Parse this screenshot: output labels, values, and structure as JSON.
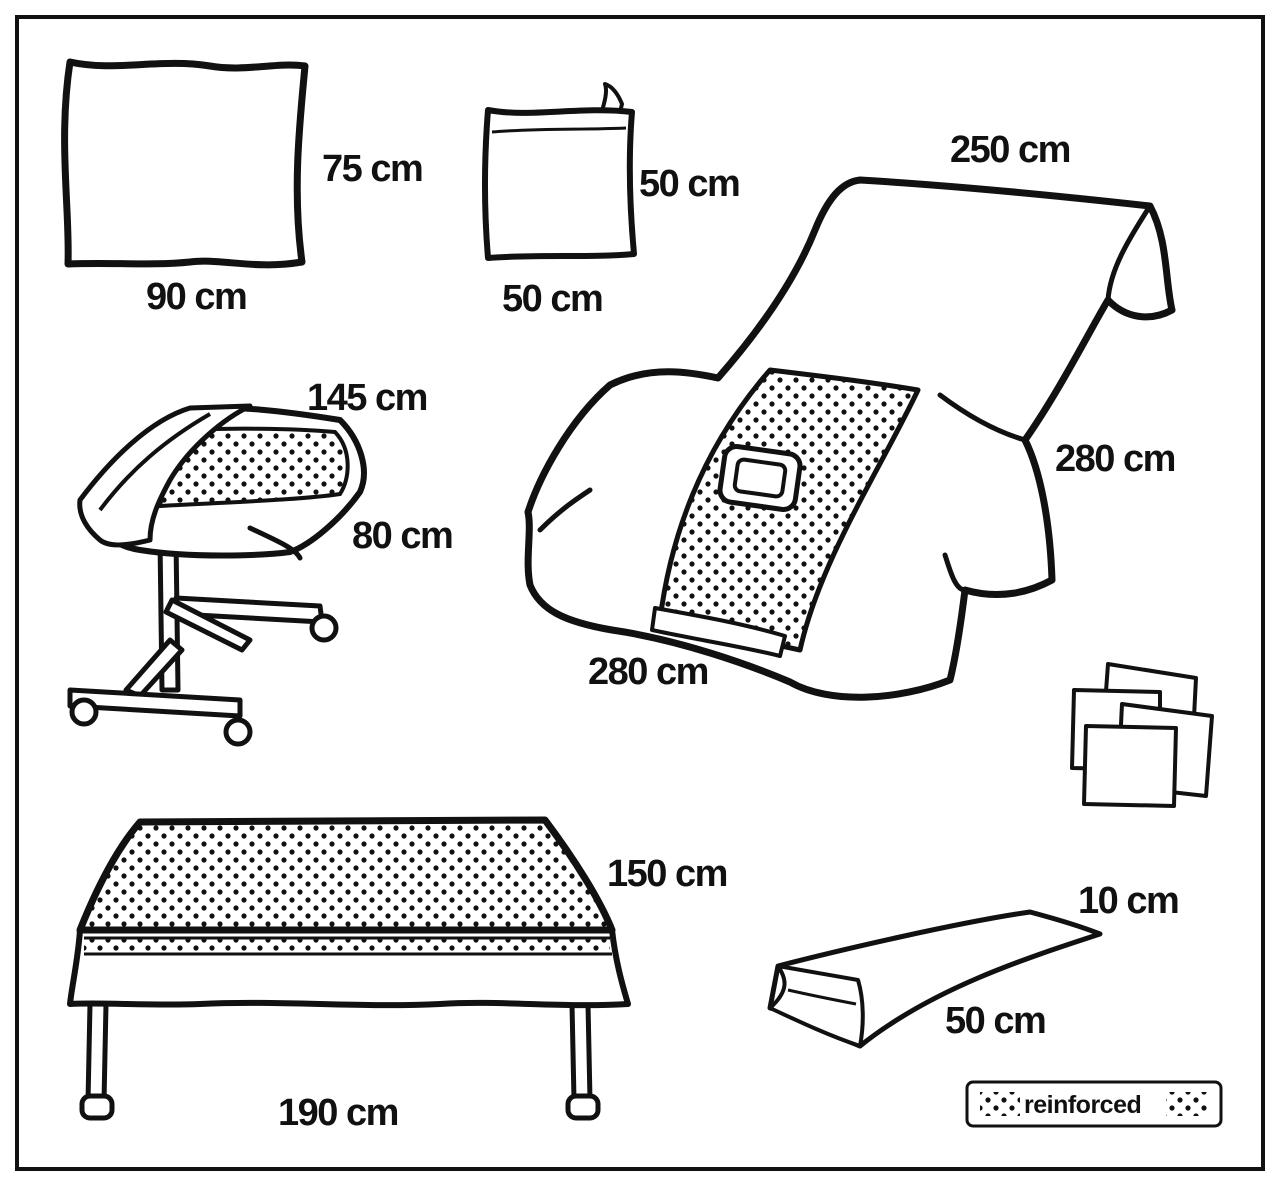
{
  "colors": {
    "ink": "#111111",
    "paper": "#ffffff"
  },
  "items": {
    "towel_large": {
      "width_label": "90 cm",
      "height_label": "75 cm"
    },
    "towel_small": {
      "width_label": "50 cm",
      "height_label": "50 cm"
    },
    "mayo_cover": {
      "length_label": "145 cm",
      "width_label": "80 cm"
    },
    "drape": {
      "top_label": "250 cm",
      "side_label": "280 cm",
      "bottom_label": "280 cm"
    },
    "gauze_swabs": {},
    "table_cover": {
      "depth_label": "150 cm",
      "length_label": "190 cm"
    },
    "tape_strip": {
      "width_label": "10 cm",
      "length_label": "50 cm"
    }
  },
  "legend": {
    "label": "reinforced"
  }
}
